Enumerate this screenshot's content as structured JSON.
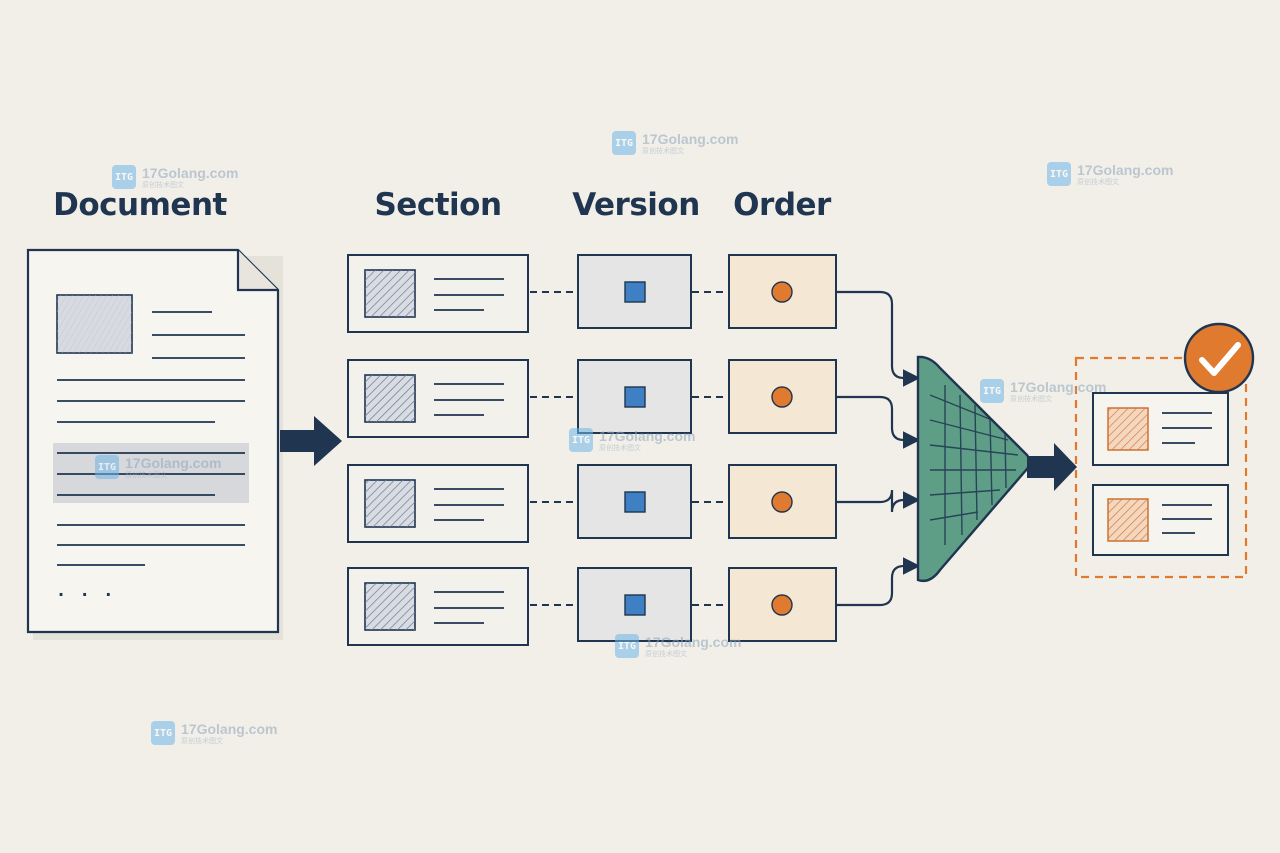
{
  "columns": {
    "document": "Document",
    "section": "Section",
    "version": "Version",
    "order": "Order"
  },
  "rows": 4,
  "colors": {
    "ink": "#1f3550",
    "background": "#f2efe8",
    "section_fill": "#f3f1ec",
    "version_fill": "#e4e5e4",
    "version_marker": "#3f7fc3",
    "order_fill": "#f4e7d4",
    "order_marker": "#e07a2f",
    "funnel_fill": "#5e9e87",
    "result_accent": "#e07a2f"
  },
  "icons": {
    "document": "document-icon",
    "merge": "funnel-icon",
    "result": "checkmark-icon"
  },
  "document_footer": "· · ·",
  "watermark": {
    "logo_text": "ITG",
    "text": "17Golang.com",
    "subtext": "原创技术图文"
  }
}
